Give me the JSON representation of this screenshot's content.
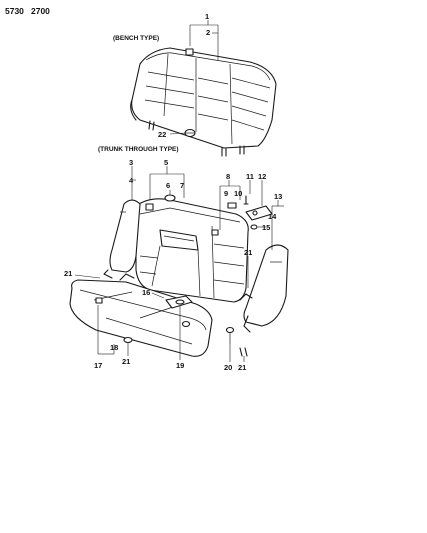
{
  "header": {
    "code_a": "5730",
    "code_b": "2700"
  },
  "sections": {
    "bench": "(BENCH TYPE)",
    "trunk": "(TRUNK THROUGH TYPE)"
  },
  "callouts": [
    "1",
    "2",
    "22",
    "3",
    "4",
    "5",
    "6",
    "7",
    "8",
    "9",
    "10",
    "11",
    "12",
    "13",
    "14",
    "15",
    "21",
    "21",
    "16",
    "17",
    "18",
    "21",
    "19",
    "20",
    "21"
  ]
}
